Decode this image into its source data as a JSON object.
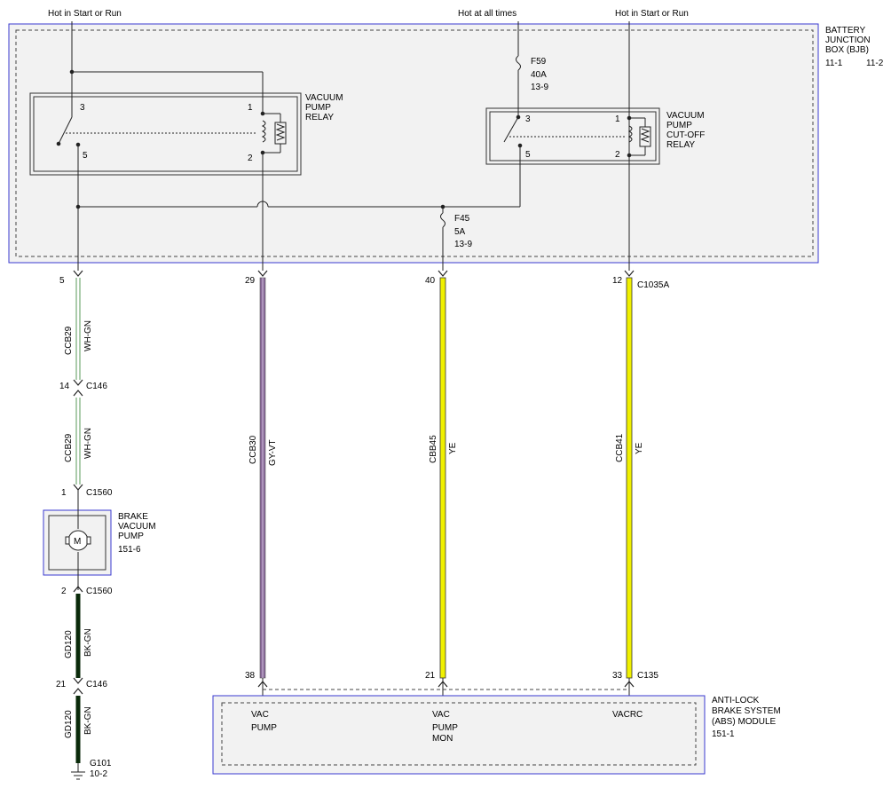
{
  "supply_labels": {
    "left": "Hot in Start or Run",
    "middle": "Hot at all times",
    "right": "Hot in Start or Run"
  },
  "bjb": {
    "title_lines": [
      "BATTERY",
      "JUNCTION",
      "BOX (BJB)"
    ],
    "ref_a": "11-1",
    "ref_b": "11-2"
  },
  "vacuum_pump_relay": {
    "name_lines": [
      "VACUUM",
      "PUMP",
      "RELAY"
    ],
    "pins": [
      "3",
      "5",
      "1",
      "2"
    ]
  },
  "cutoff_relay": {
    "name_lines": [
      "VACUUM",
      "PUMP",
      "CUT-OFF",
      "RELAY"
    ],
    "pins": [
      "3",
      "5",
      "1",
      "2"
    ]
  },
  "fuses": {
    "f59": [
      "F59",
      "40A",
      "13-9"
    ],
    "f45": [
      "F45",
      "5A",
      "13-9"
    ]
  },
  "bjb_pins": {
    "p5": "5",
    "p29": "29",
    "p40": "40",
    "p12": "12",
    "connector": "C1035A"
  },
  "wires": {
    "w1_circuit": "CCB29",
    "w1_color": "WH-GN",
    "w2_circuit": "CCB29",
    "w2_color": "WH-GN",
    "w3_circuit": "CCB30",
    "w3_color": "GY-VT",
    "w4_circuit": "CBB45",
    "w4_color": "YE",
    "w5_circuit": "CCB41",
    "w5_color": "YE",
    "w6_circuit": "GD120",
    "w6_color": "BK-GN",
    "w7_circuit": "GD120",
    "w7_color": "BK-GN"
  },
  "connectors": {
    "c146_top_pin": "14",
    "c146_top": "C146",
    "c1560_top_pin": "1",
    "c1560_top": "C1560",
    "c1560_bot_pin": "2",
    "c1560_bot": "C1560",
    "c146_bot_pin": "21",
    "c146_bot": "C146"
  },
  "brake_pump": {
    "name_lines": [
      "BRAKE",
      "VACUUM",
      "PUMP",
      "151-6"
    ],
    "symbol": "M"
  },
  "ground": {
    "name": "G101",
    "ref": "10-2"
  },
  "abs_pins": {
    "p38": "38",
    "p21": "21",
    "p33": "33",
    "connector": "C135"
  },
  "abs": {
    "name_lines": [
      "ANTI-LOCK",
      "BRAKE SYSTEM",
      "(ABS) MODULE",
      "151-1"
    ],
    "sig_a_lines": [
      "VAC",
      "PUMP"
    ],
    "sig_b_lines": [
      "VAC",
      "PUMP",
      "MON"
    ],
    "sig_c_lines": [
      "VACRC"
    ]
  },
  "wire_colors": {
    "wh_gn": "#5a9a5a",
    "gy_vt": "#8a6a9a",
    "ye": "#f0f000",
    "bk_gn": "#0a2a0a",
    "frame_blue": "#3a3ad0",
    "box_fill": "#f2f2f2"
  }
}
